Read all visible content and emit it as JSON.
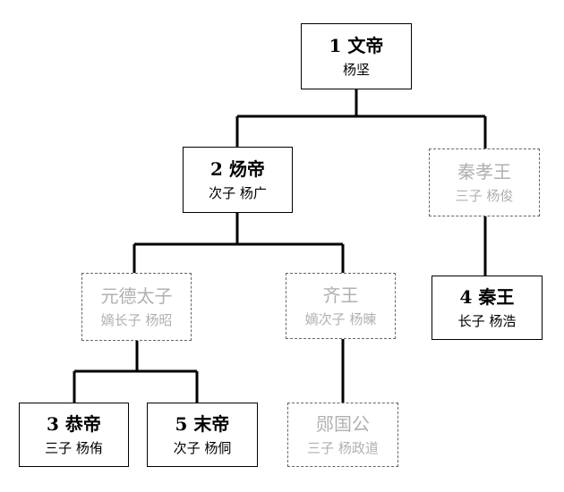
{
  "nodes": {
    "wendi": {
      "title": "1 文帝",
      "sub": "杨坚"
    },
    "yangdi": {
      "title": "2 炀帝",
      "sub": "次子  杨广"
    },
    "qinxiaowang": {
      "title": "秦孝王",
      "sub": "三子  杨俊"
    },
    "yuande": {
      "title": "元德太子",
      "sub": "嫡长子  杨昭"
    },
    "qiwang": {
      "title": "齐王",
      "sub": "嫡次子  杨暕"
    },
    "qinwang": {
      "title": "4  秦王",
      "sub": "长子  杨浩"
    },
    "gongdi": {
      "title": "3 恭帝",
      "sub": "三子  杨侑"
    },
    "modi": {
      "title": "5 末帝",
      "sub": "次子  杨侗"
    },
    "yunguogong": {
      "title": "郧国公",
      "sub": "三子  杨政道"
    }
  }
}
